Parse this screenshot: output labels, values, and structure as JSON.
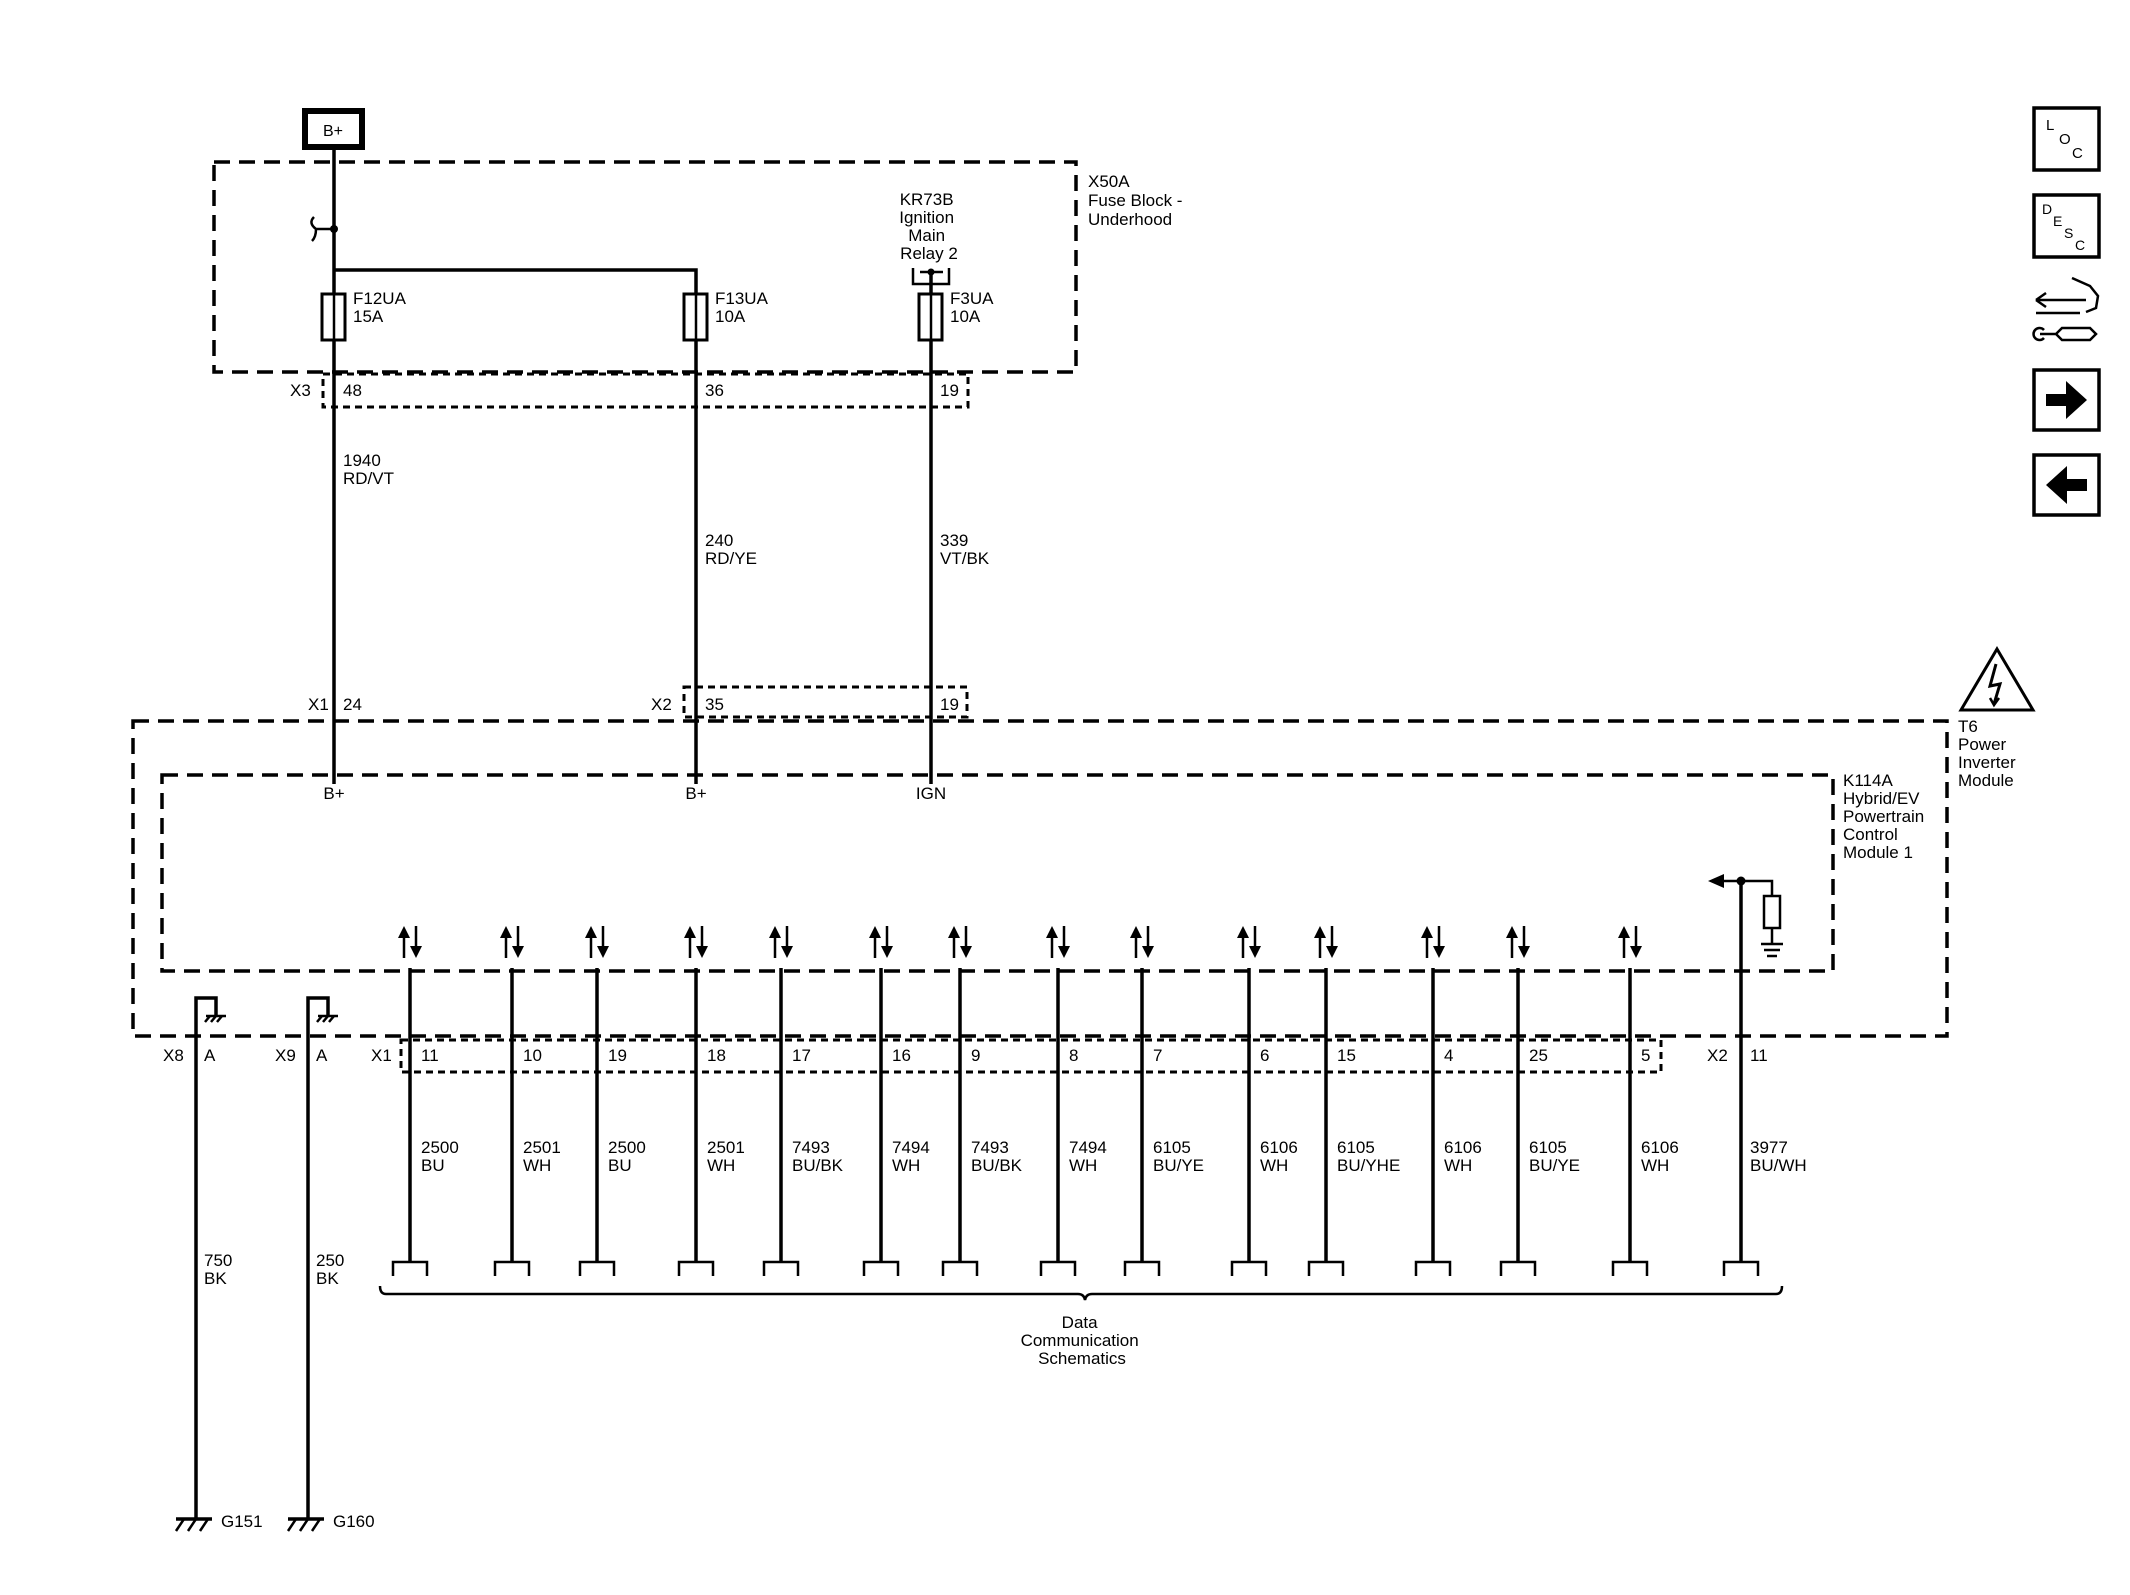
{
  "power_source": "B+",
  "fuse_block": {
    "lines": [
      "X50A",
      "Fuse Block -",
      "Underhood"
    ],
    "relay_lines": [
      "KR73B",
      "Ignition",
      "Main",
      "Relay 2"
    ],
    "fuses": [
      {
        "name": "F12UA",
        "rating": "15A"
      },
      {
        "name": "F13UA",
        "rating": "10A"
      },
      {
        "name": "F3UA",
        "rating": "10A"
      }
    ],
    "connector": "X3",
    "pins": [
      "48",
      "36",
      "19"
    ]
  },
  "power_wires": [
    {
      "circuit": "1940",
      "color": "RD/VT"
    },
    {
      "circuit": "240",
      "color": "RD/YE"
    },
    {
      "circuit": "339",
      "color": "VT/BK"
    }
  ],
  "module_top_connectors": [
    {
      "connector": "X1",
      "pin": "24",
      "signal": "B+"
    },
    {
      "connector": "X2",
      "pin": "35",
      "signal": "B+"
    },
    {
      "connector": "",
      "pin": "19",
      "signal": "IGN"
    }
  ],
  "outer_module_lines": [
    "T6",
    "Power",
    "Inverter",
    "Module"
  ],
  "inner_module_lines": [
    "K114A",
    "Hybrid/EV",
    "Powertrain",
    "Control",
    "Module 1"
  ],
  "grounds": [
    {
      "connector": "X8",
      "pin": "A",
      "circuit": "750",
      "color": "BK",
      "ground": "G151"
    },
    {
      "connector": "X9",
      "pin": "A",
      "circuit": "250",
      "color": "BK",
      "ground": "G160"
    }
  ],
  "data_connector": "X1",
  "data_lines": [
    {
      "pin": "11",
      "circuit": "2500",
      "color": "BU"
    },
    {
      "pin": "10",
      "circuit": "2501",
      "color": "WH"
    },
    {
      "pin": "19",
      "circuit": "2500",
      "color": "BU"
    },
    {
      "pin": "18",
      "circuit": "2501",
      "color": "WH"
    },
    {
      "pin": "17",
      "circuit": "7493",
      "color": "BU/BK"
    },
    {
      "pin": "16",
      "circuit": "7494",
      "color": "WH"
    },
    {
      "pin": "9",
      "circuit": "7493",
      "color": "BU/BK"
    },
    {
      "pin": "8",
      "circuit": "7494",
      "color": "WH"
    },
    {
      "pin": "7",
      "circuit": "6105",
      "color": "BU/YE"
    },
    {
      "pin": "6",
      "circuit": "6106",
      "color": "WH"
    },
    {
      "pin": "15",
      "circuit": "6105",
      "color": "BU/YHE"
    },
    {
      "pin": "4",
      "circuit": "6106",
      "color": "WH"
    },
    {
      "pin": "25",
      "circuit": "6105",
      "color": "BU/YE"
    },
    {
      "pin": "5",
      "circuit": "6106",
      "color": "WH"
    }
  ],
  "x2_line": {
    "connector": "X2",
    "pin": "11",
    "circuit": "3977",
    "color": "BU/WH"
  },
  "data_comm_lines": [
    "Data",
    "Communication",
    "Schematics"
  ],
  "nav_buttons": [
    {
      "name": "loc-button",
      "icon": "loc-icon",
      "letters": [
        "L",
        "O",
        "C"
      ]
    },
    {
      "name": "desc-button",
      "icon": "desc-icon",
      "letters": [
        "D",
        "E",
        "S",
        "C"
      ]
    },
    {
      "name": "connector-repair-button",
      "icon": "connector-repair-icon",
      "letters": []
    },
    {
      "name": "next-page-button",
      "icon": "arrow-right-icon",
      "letters": []
    },
    {
      "name": "previous-page-button",
      "icon": "arrow-left-icon",
      "letters": []
    }
  ]
}
